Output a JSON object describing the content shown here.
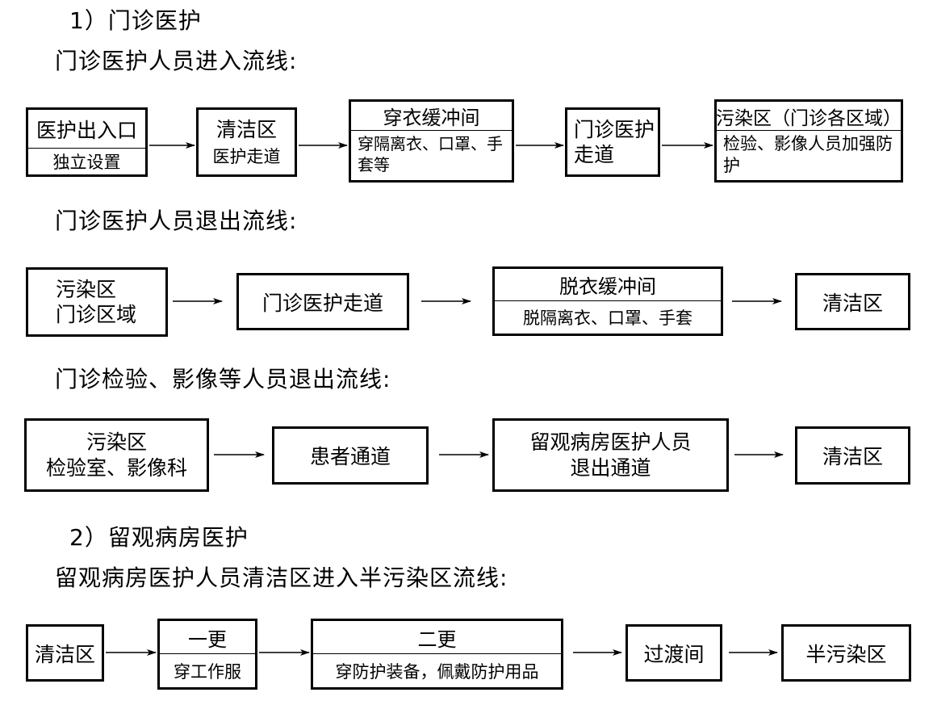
{
  "headings": {
    "section1": "1）门诊医护",
    "flow1": "门诊医护人员进入流线:",
    "flow2": "门诊医护人员退出流线:",
    "flow3": "门诊检验、影像等人员退出流线:",
    "section2": "2）留观病房医护",
    "flow4": "留观病房医护人员清洁区进入半污染区流线:"
  },
  "flow1": {
    "box1": {
      "title": "医护出入口",
      "sub": "独立设置"
    },
    "box2": {
      "line1": "清洁区",
      "line2": "医护走道"
    },
    "box3": {
      "title": "穿衣缓冲间",
      "sub": "穿隔离衣、口罩、手套等"
    },
    "box4": {
      "line1": "门诊医护",
      "line2": "走道"
    },
    "box5": {
      "title": "污染区（门诊各区域）",
      "sub": "检验、影像人员加强防护"
    }
  },
  "flow2": {
    "box1": {
      "line1": "污染区",
      "line2": "门诊区域"
    },
    "box2": {
      "label": "门诊医护走道"
    },
    "box3": {
      "title": "脱衣缓冲间",
      "sub": "脱隔离衣、口罩、手套"
    },
    "box4": {
      "label": "清洁区"
    }
  },
  "flow3": {
    "box1": {
      "line1": "污染区",
      "line2": "检验室、影像科"
    },
    "box2": {
      "label": "患者通道"
    },
    "box3": {
      "line1": "留观病房医护人员",
      "line2": "退出通道"
    },
    "box4": {
      "label": "清洁区"
    }
  },
  "flow4": {
    "box1": {
      "label": "清洁区"
    },
    "box2": {
      "title": "一更",
      "sub": "穿工作服"
    },
    "box3": {
      "title": "二更",
      "sub": "穿防护装备，佩戴防护用品"
    },
    "box4": {
      "label": "过渡间"
    },
    "box5": {
      "label": "半污染区"
    }
  }
}
